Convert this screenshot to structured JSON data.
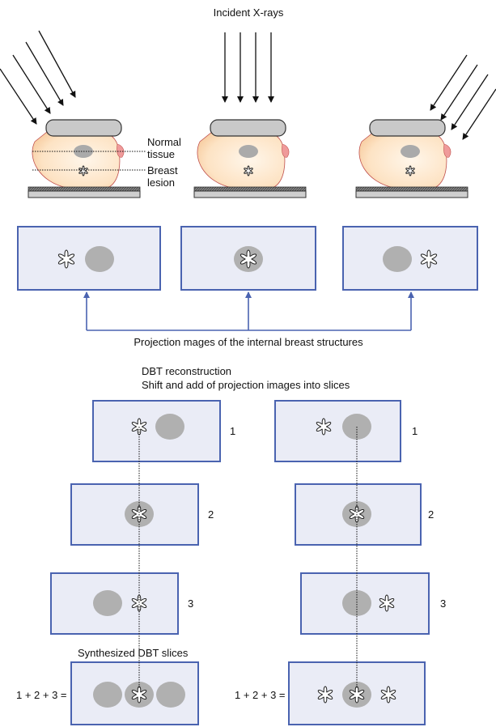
{
  "title": "Incident X-rays",
  "labels": {
    "normal_1": "Normal",
    "normal_2": "tissue",
    "lesion_1": "Breast",
    "lesion_2": "lesion"
  },
  "projection_caption": "Projection mages of the internal breast structures",
  "reconstruction": {
    "title_1": "DBT reconstruction",
    "title_2": "Shift and add of projection images into slices"
  },
  "slice_numbers": [
    "1",
    "2",
    "3"
  ],
  "synth_label": "Synthesized DBT slices",
  "sum_label": "1 + 2 + 3 =",
  "colors": {
    "box_fill": "#eaecf6",
    "box_stroke": "#4a63b0",
    "tissue": "#b0b0b0",
    "dark_overlap": "#555555"
  }
}
